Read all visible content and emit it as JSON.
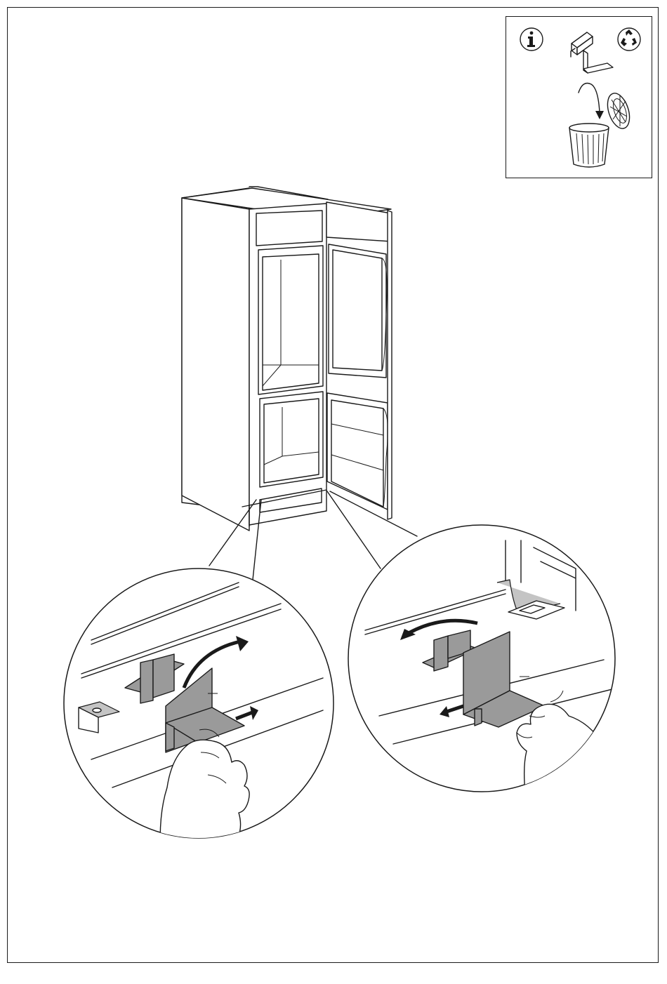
{
  "info_panel": {
    "info_icon": "info-icon",
    "recycle_icon": "recycle-icon",
    "bracket_icon": "bracket-part-icon",
    "bin_icon": "trash-bin-icon"
  },
  "figure": {
    "appliance": "built-in-fridge-freezer",
    "details": [
      "detail-left-remove-clip",
      "detail-right-remove-clip"
    ]
  },
  "colors": {
    "ink": "#1a1a1a",
    "part_fill": "#9a9a9a",
    "light_fill": "#c4c4c4"
  }
}
